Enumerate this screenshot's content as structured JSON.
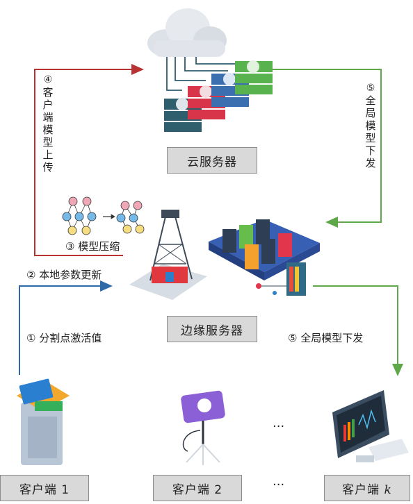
{
  "nodes": {
    "cloud_server": "云服务器",
    "edge_server": "边缘服务器",
    "client_1": "客户端 1",
    "client_2": "客户端 2",
    "client_k_prefix": "客户端 ",
    "client_k_var": "k",
    "ellipsis_top": "···",
    "ellipsis_bottom": "···"
  },
  "steps": {
    "step1": "① 分割点激活值",
    "step2": "② 本地参数更新",
    "step3": "③ 模型压缩",
    "step4_num": "④",
    "step4_text": "客户端模型上传",
    "step5_top_num": "⑤",
    "step5_top_text": "全局模型下发",
    "step5_right": "⑤ 全局模型下发"
  },
  "colors": {
    "upload_arrow": "#b83232",
    "download_arrow": "#5fa84a",
    "local_arrow": "#2e6aa8",
    "box_fill": "#d9d9d9"
  }
}
